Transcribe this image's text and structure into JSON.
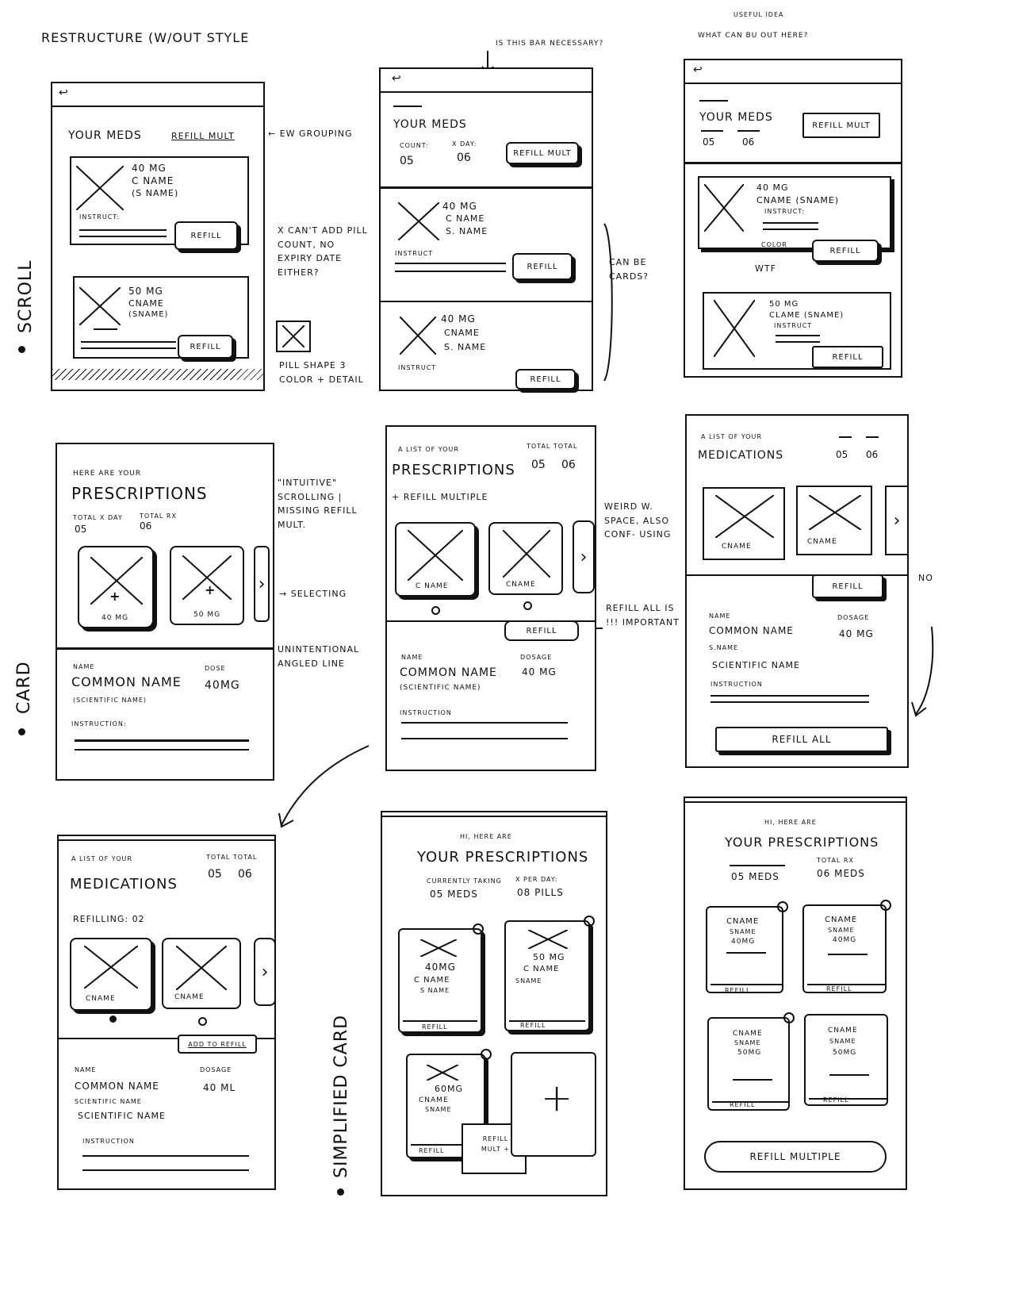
{
  "title": "RESTRUCTURE (W/OUT STYLE",
  "section_labels": {
    "scroll": "SCROLL",
    "card": "CARD",
    "simplified": "SIMPLIFIED CARD"
  },
  "top_notes": {
    "bar_question": "IS THIS BAR NECESSARY?",
    "what_question": "WHAT CAN BU OUT HERE?",
    "useful_idea": "USEFUL IDEA"
  },
  "side_notes": {
    "new_grouping": "← EW GROUPING",
    "cant_add": "X CAN'T ADD PILL COUNT, NO EXPIRY DATE EITHER?",
    "pill_shape": "PILL SHAPE 3 COLOR + DETAIL",
    "can_be_cards": "CAN BE CARDS?",
    "wtf": "WTF",
    "intuitive": "\"INTUITIVE\" SCROLLING | MISSING REFILL MULT.",
    "selecting": "→ SELECTING",
    "unintentional": "UNINTENTIONAL ANGLED LINE",
    "weird_space": "WEIRD W. SPACE, ALSO CONF- USING",
    "refill_all": "REFILL ALL IS !!! IMPORTANT",
    "no": "NO"
  },
  "s1": {
    "back": "↩",
    "title": "YOUR MEDS",
    "refill_mult": "REFILL MULT",
    "card1": {
      "dose": "40 MG",
      "cname": "C NAME",
      "sname": "(S NAME)",
      "instruct": "INSTRUCT:",
      "refill": "REFILL"
    },
    "card2": {
      "dose": "50 MG",
      "cname": "CNAME",
      "sname": "(SNAME)",
      "refill": "REFILL"
    }
  },
  "s2": {
    "back": "↩",
    "title": "YOUR MEDS",
    "count_label": "COUNT:",
    "day_label": "X DAY:",
    "count": "05",
    "days": "06",
    "refill_mult": "REFILL MULT",
    "card1": {
      "dose": "40 MG",
      "cname": "C NAME",
      "sname": "S. NAME",
      "instruct": "INSTRUCT",
      "refill": "REFILL"
    },
    "card2": {
      "dose": "40 MG",
      "cname": "CNAME",
      "sname": "S. NAME",
      "instruct": "INSTRUCT",
      "refill": "REFILL"
    }
  },
  "s3": {
    "back": "↩",
    "title": "YOUR MEDS",
    "refill_mult": "REFILL MULT",
    "count": "05",
    "days": "06",
    "card1": {
      "dose": "40 MG",
      "cname": "CNAME (SNAME)",
      "instruct": "INSTRUCT:",
      "color": "COLOR",
      "refill": "REFILL"
    },
    "card2": {
      "dose": "50 MG",
      "cname": "CLAME (SNAME)",
      "instruct": "INSTRUCT",
      "refill": "REFILL"
    }
  },
  "c1": {
    "sub": "HERE ARE YOUR",
    "title": "PRESCRIPTIONS",
    "tot1": "TOTAL X DAY",
    "tot2": "TOTAL RX",
    "v1": "05",
    "v2": "06",
    "dose1": "40 MG",
    "dose2": "50 MG",
    "name_lbl": "NAME",
    "dose_lbl": "DOSE",
    "name": "COMMON NAME",
    "sci": "(SCIENTIFIC NAME)",
    "dose": "40MG",
    "instr": "INSTRUCTION:"
  },
  "c2": {
    "sub": "A LIST OF YOUR",
    "title": "PRESCRIPTIONS",
    "tot": "TOTAL TOTAL",
    "v1": "05",
    "v2": "06",
    "refill_multiple": "+ REFILL MULTIPLE",
    "name1": "C NAME",
    "name2": "CNAME",
    "refill": "REFILL",
    "name_lbl": "NAME",
    "dose_lbl": "DOSAGE",
    "name": "COMMON NAME",
    "sci": "(SCIENTIFIC NAME)",
    "dose": "40 MG",
    "instr": "INSTRUCTION"
  },
  "c3": {
    "sub": "A LIST OF YOUR",
    "title": "MEDICATIONS",
    "v1": "05",
    "v2": "06",
    "name1": "CNAME",
    "name2": "CNAME",
    "refill": "REFILL",
    "name_lbl": "NAME",
    "dose_lbl": "DOSAGE",
    "name": "COMMON NAME",
    "sname_lbl": "S.NAME",
    "sci": "SCIENTIFIC NAME",
    "dose": "40 MG",
    "instr": "INSTRUCTION",
    "refill_all": "REFILL ALL"
  },
  "c4": {
    "sub": "A LIST OF YOUR",
    "title": "MEDICATIONS",
    "tot": "TOTAL TOTAL",
    "v1": "05",
    "v2": "06",
    "refilling": "REFILLING: 02",
    "name1": "CNAME",
    "name2": "CNAME",
    "add": "ADD TO REFILL",
    "name_lbl": "NAME",
    "dose_lbl": "DOSAGE",
    "name": "COMMON NAME",
    "sname_lbl": "SCIENTIFIC NAME",
    "sci": "SCIENTIFIC NAME",
    "dose": "40 ML",
    "instr": "INSTRUCTION"
  },
  "d1": {
    "sub": "HI, HERE ARE",
    "title": "YOUR PRESCRIPTIONS",
    "lbl1": "CURRENTLY TAKING",
    "lbl2": "X PER DAY:",
    "v1": "05 MEDS",
    "v2": "08 PILLS",
    "card1": {
      "dose": "40MG",
      "cname": "C NAME",
      "sname": "S NAME",
      "refill": "REFILL"
    },
    "card2": {
      "dose": "50 MG",
      "cname": "C NAME",
      "sname": "SNAME",
      "refill": "REFILL"
    },
    "card3": {
      "dose": "60MG",
      "cname": "CNAME",
      "sname": "SNAME",
      "refill": "REFILL"
    },
    "refill_mult": "REFILL MULT +",
    "plus": "+"
  },
  "d2": {
    "sub": "HI, HERE ARE",
    "title": "YOUR PRESCRIPTIONS",
    "lbl": "TOTAL RX",
    "v1": "05 MEDS",
    "v2": "06 MEDS",
    "cards": [
      {
        "cname": "CNAME",
        "sname": "SNAME",
        "dose": "40MG",
        "refill": "REFILL"
      },
      {
        "cname": "CNAME",
        "sname": "SNAME",
        "dose": "40MG",
        "refill": "REFILL"
      },
      {
        "cname": "CNAME",
        "sname": "SNAME",
        "dose": "50MG",
        "refill": "REFILL"
      },
      {
        "cname": "CNAME",
        "sname": "SNAME",
        "dose": "50MG",
        "refill": "REFILL"
      }
    ],
    "refill_multiple": "REFILL MULTIPLE"
  }
}
